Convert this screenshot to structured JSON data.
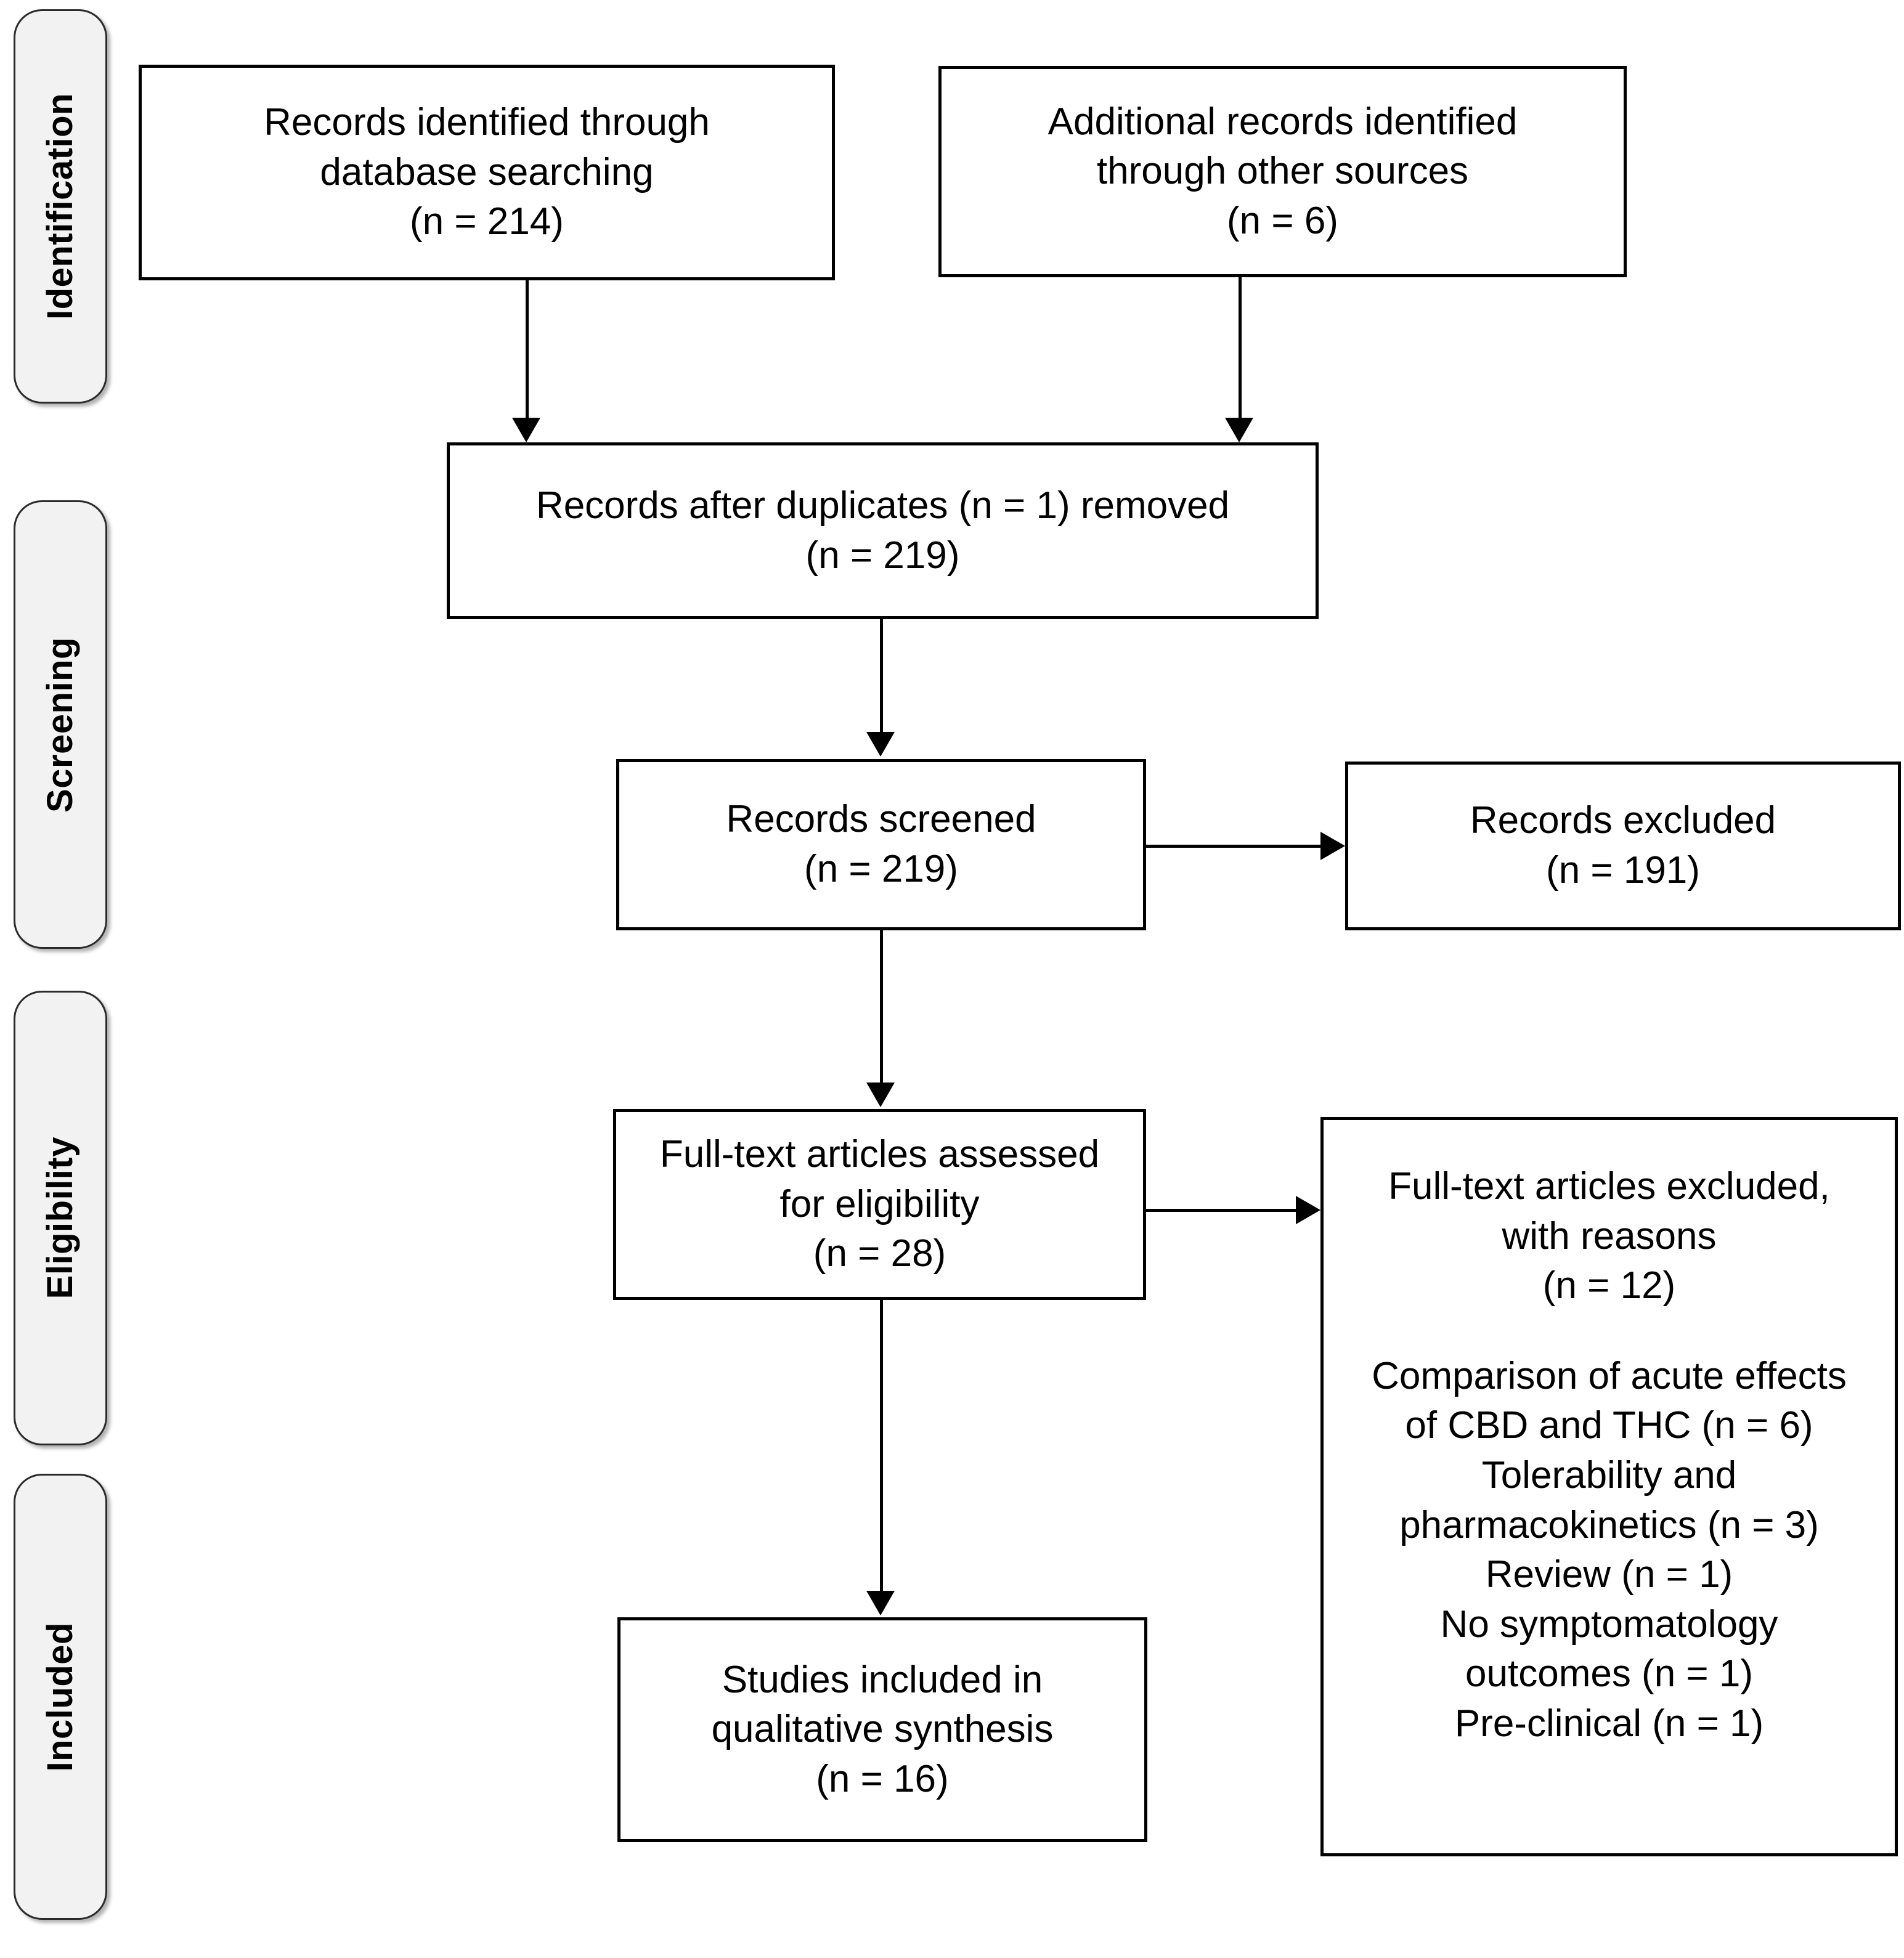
{
  "diagram": {
    "type": "prisma-flow-diagram",
    "stages": [
      {
        "id": "identification",
        "label": "Identification"
      },
      {
        "id": "screening",
        "label": "Screening"
      },
      {
        "id": "eligibility",
        "label": "Eligibility"
      },
      {
        "id": "included",
        "label": "Included"
      }
    ],
    "boxes": {
      "database_records": {
        "text": "Records identified through\ndatabase searching\n(n = 214)",
        "count": 214
      },
      "other_records": {
        "text": "Additional records identified\nthrough other sources\n(n = 6)",
        "count": 6
      },
      "after_duplicates": {
        "text": "Records after duplicates (n = 1) removed\n(n = 219)",
        "duplicates_removed": 1,
        "count": 219
      },
      "records_screened": {
        "text": "Records screened\n(n = 219)",
        "count": 219
      },
      "records_excluded": {
        "text": "Records excluded\n(n = 191)",
        "count": 191
      },
      "fulltext_assessed": {
        "text": "Full-text articles assessed\nfor eligibility\n(n = 28)",
        "count": 28
      },
      "fulltext_excluded": {
        "heading": "Full-text articles excluded,\nwith reasons\n(n = 12)",
        "count": 12,
        "reasons": [
          "Comparison of acute effects\nof CBD and THC (n = 6)",
          "Tolerability and\npharmacokinetics (n = 3)",
          "Review (n = 1)",
          "No symptomatology\noutcomes (n = 1)",
          "Pre-clinical (n = 1)"
        ]
      },
      "studies_included": {
        "text": "Studies included in\nqualitative synthesis\n(n = 16)",
        "count": 16
      }
    },
    "colors": {
      "stage_pill_fill": "#f2f2f2",
      "stage_pill_border": "#2b2b2b",
      "box_border": "#000000",
      "box_fill": "#ffffff",
      "connector": "#000000",
      "text": "#000000"
    }
  }
}
